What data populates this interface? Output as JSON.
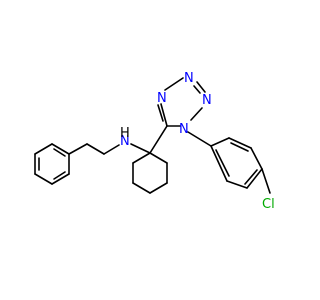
{
  "molecule": {
    "atoms": {
      "amine_n": "N",
      "amine_h": "H",
      "tet_n1": "N",
      "tet_n2": "N",
      "tet_n3": "N",
      "tet_n4": "N",
      "chlorine": "Cl"
    },
    "colors": {
      "bond": "#000000",
      "nitrogen": "#0000ff",
      "chlorine": "#00aa00"
    }
  }
}
